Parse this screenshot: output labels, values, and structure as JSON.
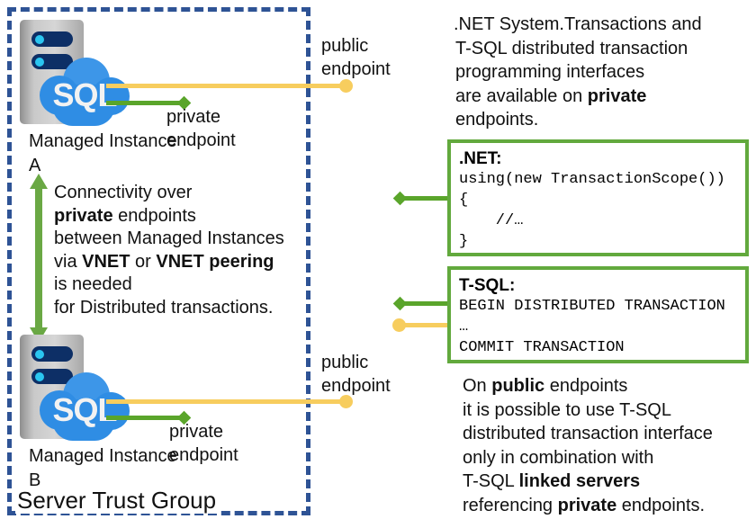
{
  "diagram": {
    "title": "Azure SQL Managed Instance distributed transactions over private and public endpoints"
  },
  "trust_group": {
    "label": "Server Trust Group",
    "border_color": "#2E5395",
    "border_style": "dashed"
  },
  "instances": [
    {
      "id": "managed-instance-a",
      "icon": "sql-server-cloud-icon",
      "badge_text": "SQL",
      "caption": "Managed\nInstance A",
      "private_endpoint_label": "private\nendpoint",
      "public_endpoint_label": "public\nendpoint"
    },
    {
      "id": "managed-instance-b",
      "icon": "sql-server-cloud-icon",
      "badge_text": "SQL",
      "caption": "Managed\nInstance B",
      "private_endpoint_label": "private\nendpoint",
      "public_endpoint_label": "public\nendpoint"
    }
  ],
  "connectivity_note": {
    "line1": "Connectivity over",
    "line2_bold": "private",
    "line2_rest": " endpoints",
    "line3": "between Managed Instances",
    "line4_pre": "via ",
    "line4_b1": "VNET",
    "line4_mid": " or ",
    "line4_b2": "VNET peering",
    "line5": "is needed",
    "line6": "for Distributed transactions."
  },
  "right_notes": {
    "top": {
      "line1": ".NET System.Transactions and",
      "line2": "T-SQL distributed transaction",
      "line3": "programming interfaces",
      "line4_pre": "are available on ",
      "line4_bold": "private",
      "line5": "endpoints."
    },
    "bottom": {
      "line1_pre": "On ",
      "line1_bold": "public",
      "line1_post": " endpoints",
      "line2": "it is possible to use T-SQL",
      "line3": "distributed transaction interface",
      "line4": "only in combination with",
      "line5_pre": "T-SQL ",
      "line5_bold": "linked servers",
      "line6_pre": "referencing ",
      "line6_bold": "private",
      "line6_post": " endpoints."
    }
  },
  "code_boxes": [
    {
      "id": "dotnet-code-box",
      "title": ".NET:",
      "code": "using(new TransactionScope())\n{\n    //…\n}"
    },
    {
      "id": "tsql-code-box",
      "title": "T-SQL:",
      "code": "BEGIN DISTRIBUTED TRANSACTION\n…\nCOMMIT TRANSACTION"
    }
  ],
  "colors": {
    "private_connector": "#5aa52b",
    "public_connector": "#f7cd5e",
    "code_box_border": "#62a93d",
    "trust_group_border": "#2E5395",
    "sql_cloud": "#2f8de4",
    "server_chassis_accent": "#0d2f66"
  }
}
